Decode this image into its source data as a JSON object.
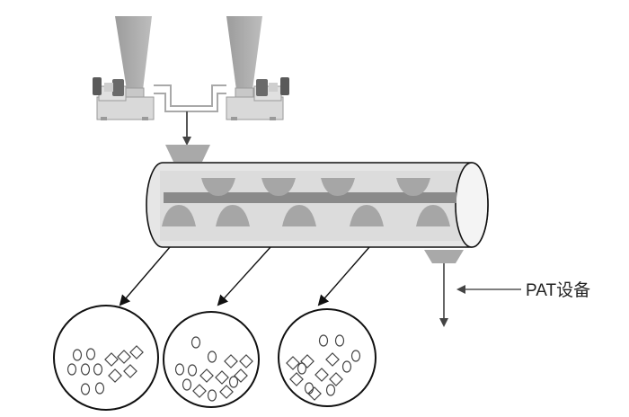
{
  "diagram": {
    "pat_label": "PAT设备",
    "colors": {
      "hopper": "#a9a9a9",
      "feeder_body": "#d9d9d9",
      "motor": "#5a5a5a",
      "barrel_fill": "#e6e6e6",
      "barrel_inner": "#d4d4d4",
      "shaft": "#8a8a8a",
      "paddle": "#a8a8a8",
      "arrow": "#555555",
      "circle_outline": "#111111",
      "particle": "#444444"
    },
    "mixing_views": [
      {
        "name": "early-mixing-view",
        "circles": 7,
        "diamonds": 5
      },
      {
        "name": "middle-mixing-view",
        "circles": 7,
        "diamonds": 7
      },
      {
        "name": "late-mixing-view",
        "circles": 7,
        "diamonds": 7
      }
    ]
  }
}
